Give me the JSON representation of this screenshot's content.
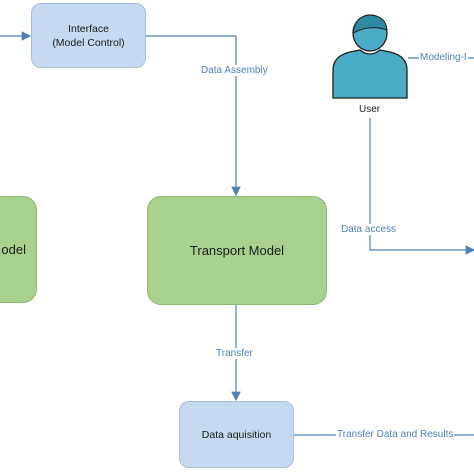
{
  "nodes": {
    "interface": {
      "line1": "Interface",
      "line2": "(Model Control)"
    },
    "transport": "Transport Model",
    "left_model": "odel",
    "data_acquisition": "Data aquisition",
    "user": "User"
  },
  "edge_labels": {
    "data_assembly": "Data Assembly",
    "modeling": "Modeling-I",
    "data_access": "Data access",
    "transfer": "Transfer",
    "transfer_results": "Transfer Data and Results"
  },
  "colors": {
    "blue_box": "#c5d9f1",
    "green_box": "#a9d18e",
    "connector": "#4f81bd",
    "user_icon": "#4aacc6"
  },
  "icons": {
    "user": "user-icon"
  }
}
